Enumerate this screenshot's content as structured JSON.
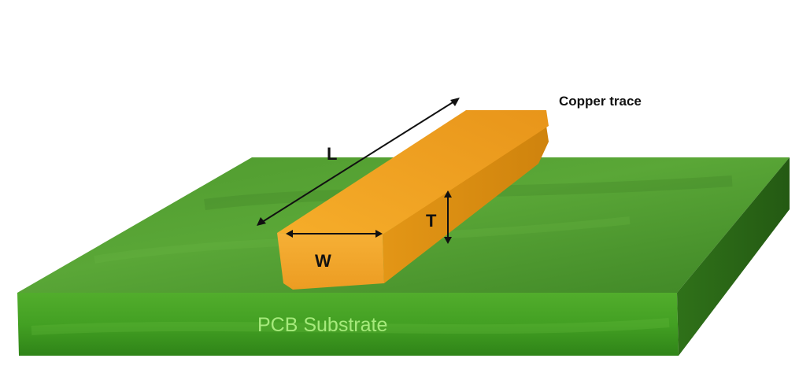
{
  "labels": {
    "copper_trace": "Copper trace",
    "length": "L",
    "width": "W",
    "thickness": "T",
    "substrate": "PCB Substrate"
  },
  "colors": {
    "substrate_top": "#4e9a2c",
    "substrate_front": "#3f9a22",
    "substrate_side": "#2f6f1a",
    "copper_top": "#f0a020",
    "copper_front": "#f2a82a",
    "copper_side": "#d98b12",
    "substrate_label": "#a6ea7c",
    "annotation": "#111111"
  }
}
